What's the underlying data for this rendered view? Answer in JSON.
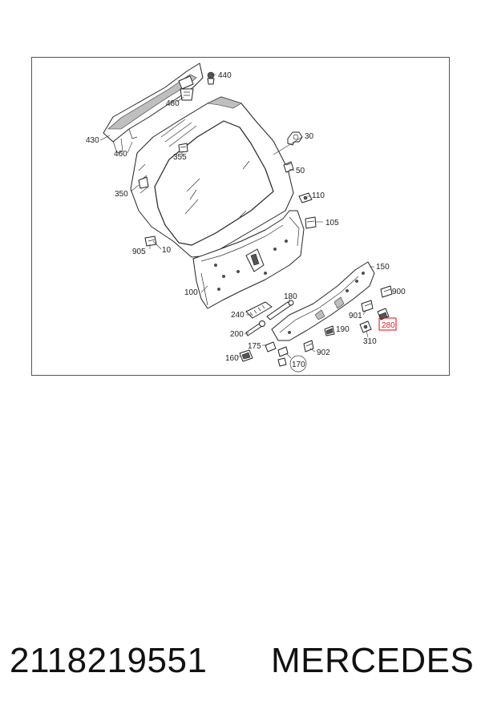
{
  "diagram": {
    "callouts": [
      "440",
      "480",
      "430",
      "460",
      "355",
      "350",
      "30",
      "50",
      "110",
      "105",
      "905",
      "10",
      "150",
      "100",
      "180",
      "900",
      "240",
      "901",
      "280",
      "200",
      "190",
      "310",
      "175",
      "902",
      "160",
      "170"
    ],
    "highlight_color": "#e0202a"
  },
  "caption": {
    "part_number": "2118219551",
    "brand": "MERCEDES"
  }
}
